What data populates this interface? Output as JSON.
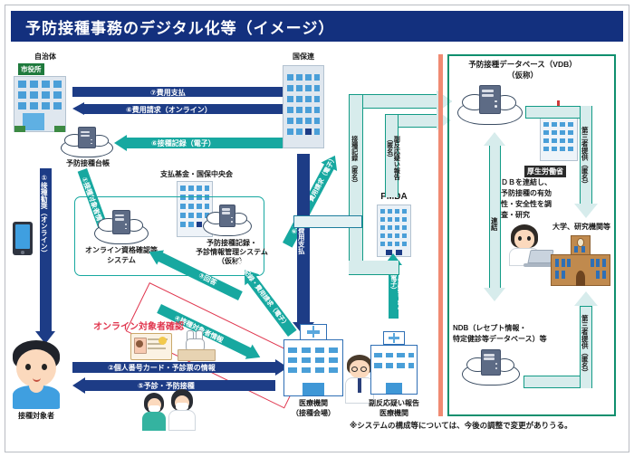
{
  "header": {
    "title": "予防接種事務のデジタル化等（イメージ）"
  },
  "nodes": {
    "municipality": {
      "label": "自治体",
      "badge": "市役所",
      "icon": "city-hall-building-icon"
    },
    "ledger": {
      "label": "予防接種台帳",
      "icon": "server-cloud-icon"
    },
    "kokuhoren": {
      "label": "国保連",
      "icon": "office-building-icon"
    },
    "fund": {
      "label": "支払基金・国保中央会",
      "icon": "office-building-icon"
    },
    "online_qual": {
      "label": "オンライン資格確認等\nシステム",
      "line1": "オンライン資格確認等",
      "line2": "システム",
      "icon": "server-cloud-icon"
    },
    "record_system": {
      "label": "予防接種記録・\n予診情報管理システム\n（仮称）",
      "line1": "予防接種記録・",
      "line2": "予診情報管理システム",
      "line3": "（仮称）",
      "icon": "server-cloud-icon"
    },
    "pmda": {
      "label": "PMDA",
      "icon": "office-building-icon"
    },
    "vdb": {
      "line1": "予防接種データベース（VDB）",
      "line2": "（仮称）",
      "icon": "server-cloud-icon"
    },
    "mhlw": {
      "label": "厚生労働省",
      "icon": "government-building-icon"
    },
    "ndb": {
      "line1": "NDB（レセプト情報・",
      "line2": "特定健診等データベース）等",
      "icon": "server-cloud-icon"
    },
    "university": {
      "label": "大学、研究機関等",
      "icon": "university-building-icon"
    },
    "target_person": {
      "label": "接種対象者",
      "icon": "person-icon"
    },
    "clinic": {
      "line1": "医療機関",
      "line2": "（接種会場）",
      "icon": "hospital-icon"
    },
    "report_clinic": {
      "line1": "副反応疑い報告",
      "line2": "医療機関",
      "icon": "hospital-icon"
    },
    "researcher": {
      "label": "researcher-at-laptop",
      "icon": "researcher-icon"
    },
    "smartphone": {
      "label": "smartphone",
      "icon": "smartphone-icon"
    },
    "my_number_card": {
      "label": "個人番号カード",
      "icon": "id-card-icon"
    },
    "reception": {
      "label": "受付",
      "icon": "reception-desk-icon"
    },
    "vaccination_scene": {
      "label": "予防接種",
      "icon": "vaccination-icon"
    },
    "doctor": {
      "label": "医師",
      "icon": "doctor-icon"
    }
  },
  "flows": {
    "f1_invite": "①接種勧奨（オンライン）",
    "f2_card_info": "②個人番号カード・予診票の情報",
    "f3_answer": "③回答",
    "f4_target_info": "④接種対象者情報",
    "f5_vaccinate": "⑤予診・予防接種",
    "f6_record_e": "⑥接種記録（電子）",
    "f6_claim_online": "⑥費用請求（オンライン）",
    "f6_record_claim_e": "⑥接種記録・費用請求（電子）",
    "f6_record_claim_e2": "⑥接種記録・費用請求（電子）",
    "f7_payment": "⑦費用支払",
    "f7_payment2": "⑦費用支払",
    "f7_payment3": "⑦費用支払",
    "ledger_target_info": "①接種対象者情報",
    "record_anon": "接種記録（匿名）",
    "adr_report_anon": "副反応疑い報告（匿名）",
    "adr_report_e": "副反応疑い報告（電子）",
    "adr_report": "副反応疑い報告",
    "link": "連結",
    "third_party_1": "第三者提供（匿名）",
    "third_party_2": "第三者提供（匿名）"
  },
  "annotations": {
    "online_check": "オンライン対象者確認",
    "db_research": "ＤＢを連結し、\n予防接種の有効\n性・安全性を調\n査・研究",
    "db_research_l1": "ＤＢを連結し、",
    "db_research_l2": "予防接種の有効",
    "db_research_l3": "性・安全性を調",
    "db_research_l4": "査・研究",
    "footnote": "※システムの構成等については、今後の調整で変更がありうる。"
  },
  "colors": {
    "header_bg": "#13307e",
    "navy_arrow": "#1d3c86",
    "teal_arrow": "#17a8a0",
    "pipe_fill": "#d7ecec",
    "red_accent": "#e0364e",
    "orange_line": "#f08a72",
    "green_border": "#0f8f6e"
  }
}
